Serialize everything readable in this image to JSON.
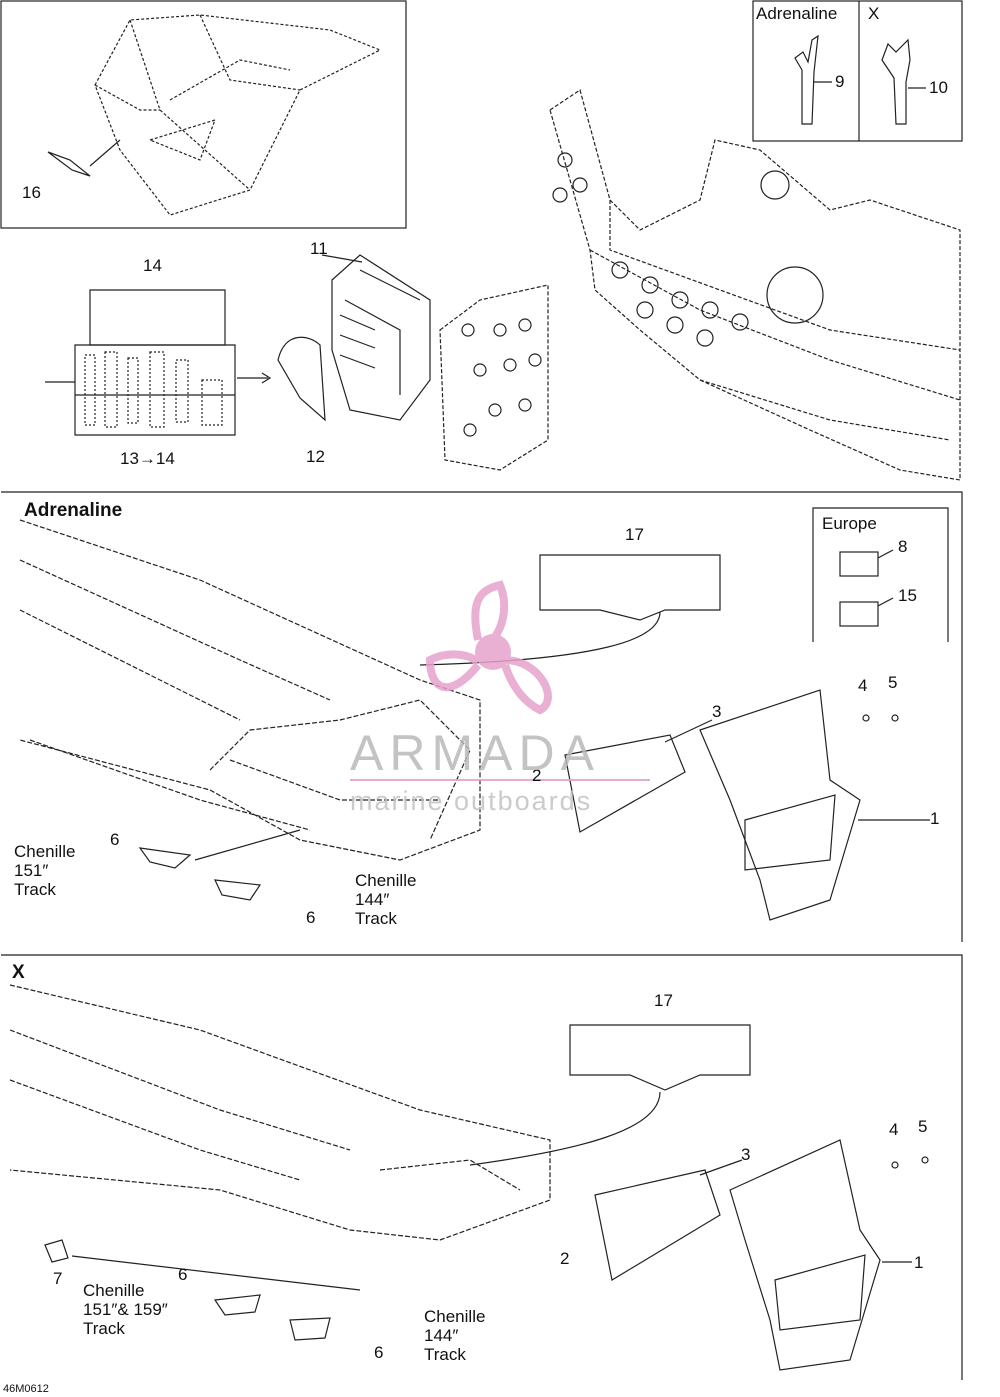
{
  "insets": {
    "adrenaline_label": "Adrenaline",
    "x_label": "X",
    "europe_label": "Europe"
  },
  "sections": {
    "adrenaline": "Adrenaline",
    "x": "X"
  },
  "callouts": {
    "top": {
      "n9": "9",
      "n10": "10",
      "n16": "16",
      "n14": "14",
      "n11": "11",
      "n13_14": "13→14",
      "n12": "12"
    },
    "adrenaline": {
      "n17": "17",
      "n8": "8",
      "n15": "15",
      "n4": "4",
      "n5": "5",
      "n3": "3",
      "n2": "2",
      "n1": "1",
      "n6a": "6",
      "n6b": "6"
    },
    "x": {
      "n17": "17",
      "n3": "3",
      "n4": "4",
      "n5": "5",
      "n2": "2",
      "n1": "1",
      "n7": "7",
      "n6a": "6",
      "n6b": "6"
    }
  },
  "tracks": {
    "adr_151": [
      "Chenille",
      "151″",
      "Track"
    ],
    "adr_144": [
      "Chenille",
      "144″",
      "Track"
    ],
    "x_151_159": [
      "Chenille",
      "151″& 159″",
      "Track"
    ],
    "x_144": [
      "Chenille",
      "144″",
      "Track"
    ]
  },
  "watermark": {
    "title": "ARMADA",
    "subtitle": "marine outboards",
    "color": "#e6a3cc"
  },
  "diagram_code": "46M0612"
}
